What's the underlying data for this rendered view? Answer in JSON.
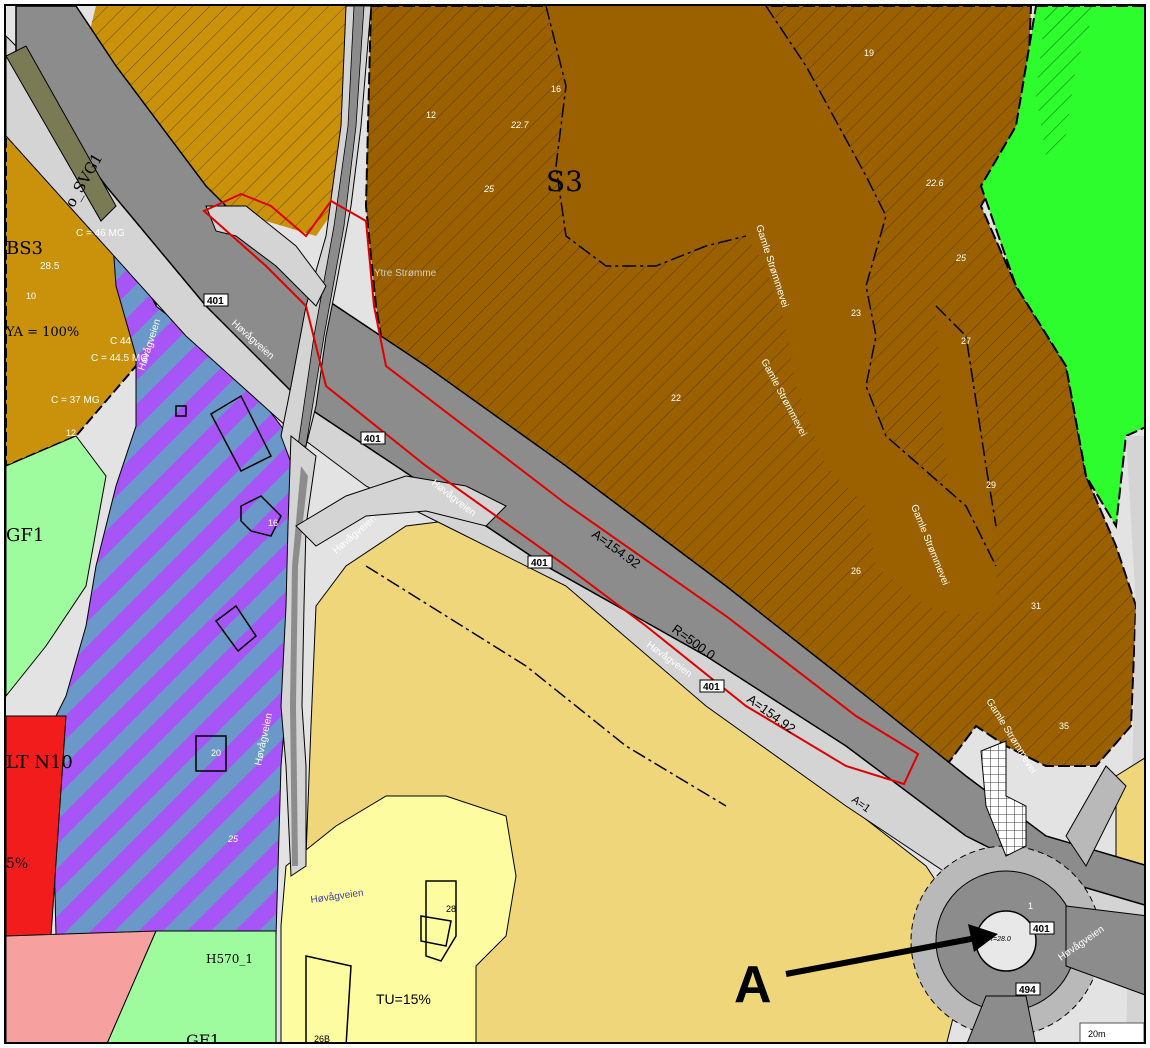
{
  "map": {
    "zone_codes": [
      "S3",
      "BS3",
      "GF1",
      "LT N10",
      "GF1",
      "H570_1",
      "o_SVG1"
    ],
    "road_numbers": [
      "401",
      "401",
      "401",
      "401",
      "401",
      "494"
    ],
    "road_names": [
      "Høvågveien",
      "Høvågveien",
      "Høvågveien",
      "Høvågveien",
      "Høvågveien",
      "Høvågveien",
      "Høvågveien",
      "Høvågveien"
    ],
    "street_names": [
      "Gamle Strømmevei",
      "Gamle Strømmevei",
      "Gamle Strømmevei",
      "Gamle Strømmevei"
    ],
    "place_name": "Ytre Strømme",
    "curve_labels": [
      "A=154.92",
      "R=500.0",
      "A=154.92",
      "A=1"
    ],
    "spot_heights": [
      "16",
      "19",
      "12",
      "22.7",
      "25",
      "22.6",
      "25",
      "23",
      "27",
      "22",
      "29",
      "26",
      "31",
      "35",
      "10",
      "12",
      "16",
      "20",
      "25",
      "28",
      "26B",
      "1"
    ],
    "utilization_labels": [
      "YA = 100%",
      "TU=15%",
      "5%"
    ],
    "cote_labels": [
      "C = 46 MG",
      "C = 44.5 MG",
      "C = 37 MG",
      "28.5",
      "C 44"
    ],
    "roundabout_label": "R=28.0",
    "scale_label": "20m",
    "annotation_letter": "A",
    "colors": {
      "road": "#8c8c8c",
      "road_shoulder": "#d4d4d4",
      "brown_forest": "#9b6100",
      "ochre_residential": "#c9920a",
      "green_park": "#2dfc2d",
      "light_green": "#9efc9e",
      "purple_stripe": "#a855f7",
      "blue_stripe": "#6a98c8",
      "sand_area": "#f0d67a",
      "light_yellow": "#fefca0",
      "red_zone": "#f21c1c",
      "pink_zone": "#f7a0a0",
      "outline_red": "#e00000"
    }
  }
}
